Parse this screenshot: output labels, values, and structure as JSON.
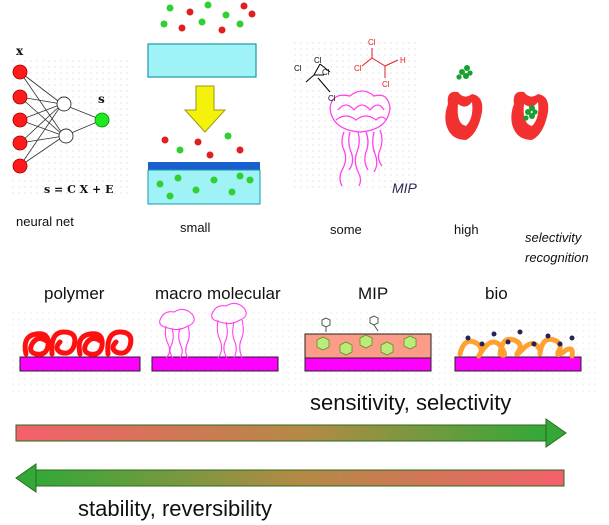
{
  "top_row": {
    "neural_net": {
      "label": "neural net",
      "input_label": "x",
      "output_label": "s",
      "equation": "s = C X + E"
    },
    "small_label": "small",
    "some": {
      "label": "some",
      "mip_tag": "MIP",
      "cl": "Cl",
      "h": "H"
    },
    "high_label": "high",
    "selectivity_label": "selectivity",
    "recognition_label": "recognition"
  },
  "middle_row": {
    "polymer_label": "polymer",
    "macro_label": "macro molecular",
    "mip_label": "MIP",
    "bio_label": "bio"
  },
  "arrows": {
    "top_label": "sensitivity, selectivity",
    "bottom_label": "stability, reversibility",
    "colors": {
      "red": "#f0676a",
      "green": "#3aaa35"
    }
  },
  "colors": {
    "magenta_substrate": "#ff00ff",
    "red_polymer": "#ff1010",
    "pink_molecule": "#ff44ee",
    "cyan_box": "#9ff3f6",
    "blue_layer": "#1a5fd0",
    "yellow_arrow": "#f4f20a",
    "orange_bio": "#ffa030",
    "mip_layer": "#fb9c88"
  }
}
